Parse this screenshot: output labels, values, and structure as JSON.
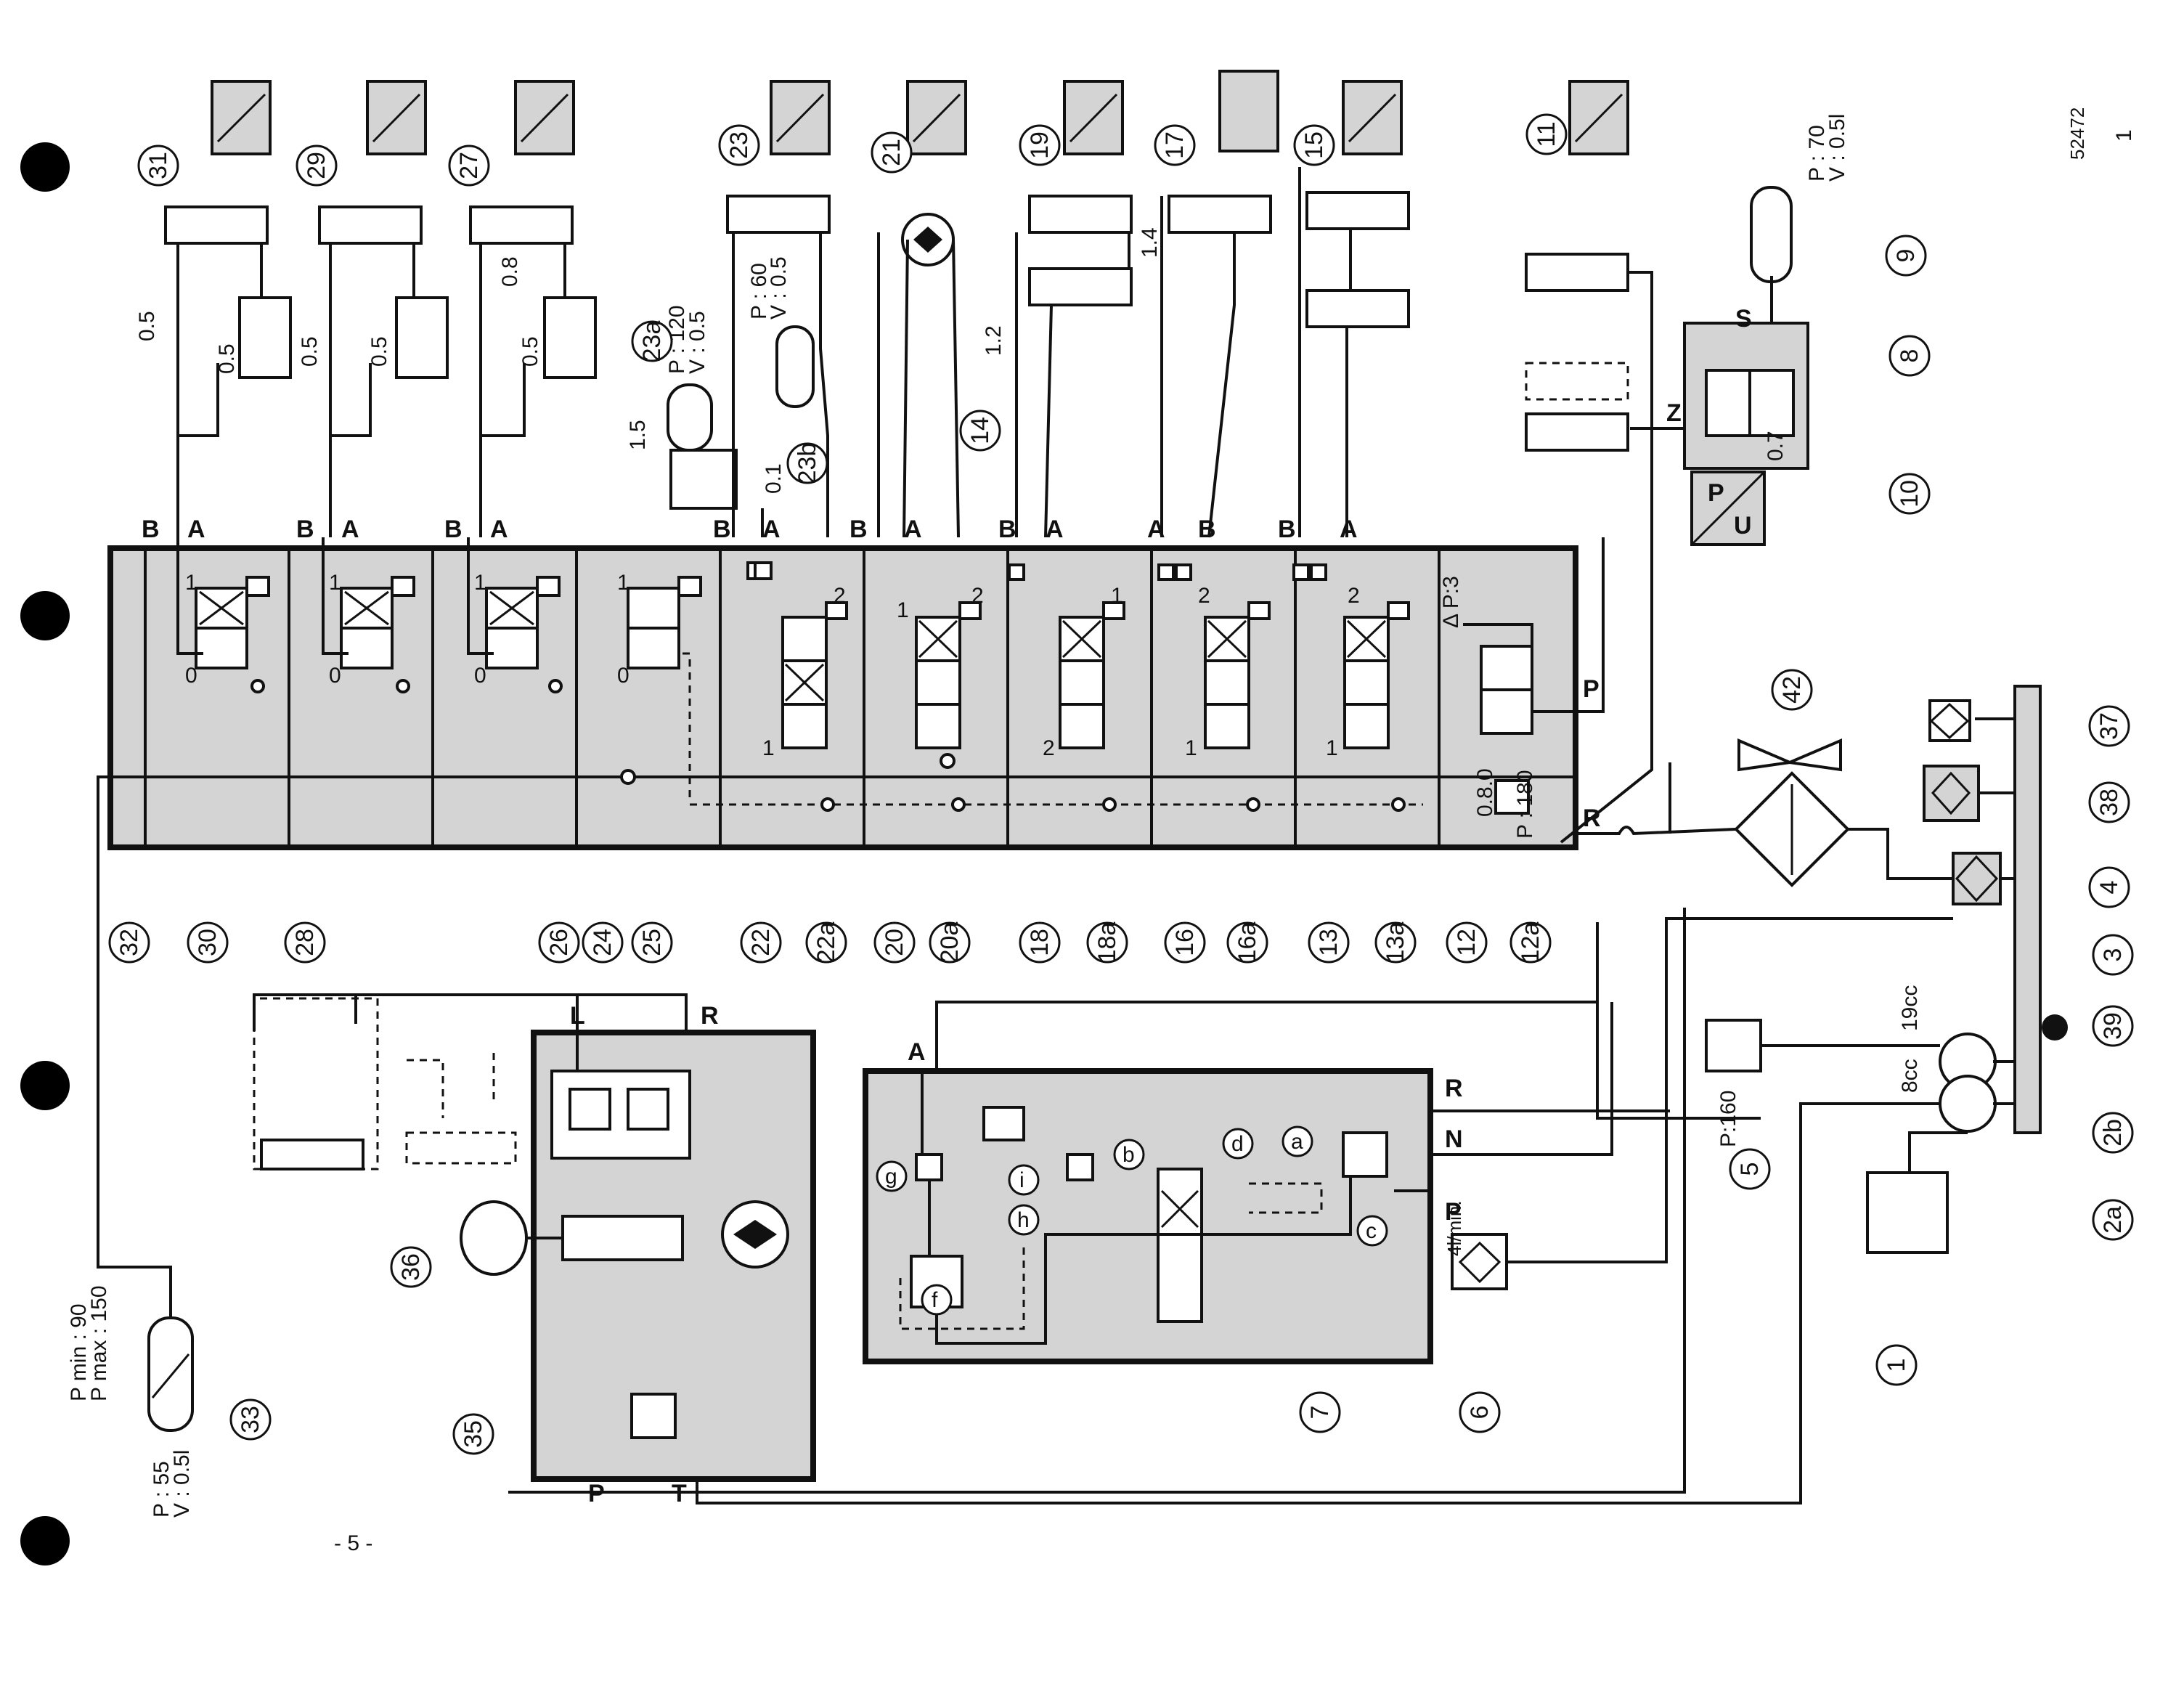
{
  "sheet": {
    "page_number": "- 5 -",
    "document_code": "52472",
    "corner_mark": "1"
  },
  "ports": {
    "A": "A",
    "B": "B",
    "P": "P",
    "R": "R",
    "T": "T",
    "L": "L",
    "N": "N",
    "S": "S",
    "U": "U",
    "Z": "Z"
  },
  "callouts": [
    {
      "id": "c31",
      "label": "31"
    },
    {
      "id": "c29",
      "label": "29"
    },
    {
      "id": "c27",
      "label": "27"
    },
    {
      "id": "c23",
      "label": "23"
    },
    {
      "id": "c21",
      "label": "21"
    },
    {
      "id": "c19",
      "label": "19"
    },
    {
      "id": "c17",
      "label": "17"
    },
    {
      "id": "c15",
      "label": "15"
    },
    {
      "id": "c11",
      "label": "11"
    },
    {
      "id": "c9",
      "label": "9"
    },
    {
      "id": "c8",
      "label": "8"
    },
    {
      "id": "c10",
      "label": "10"
    },
    {
      "id": "c14",
      "label": "14"
    },
    {
      "id": "c23a",
      "label": "23a"
    },
    {
      "id": "c23b",
      "label": "23b"
    },
    {
      "id": "c32",
      "label": "32"
    },
    {
      "id": "c30",
      "label": "30"
    },
    {
      "id": "c28",
      "label": "28"
    },
    {
      "id": "c26",
      "label": "26"
    },
    {
      "id": "c24",
      "label": "24"
    },
    {
      "id": "c25",
      "label": "25"
    },
    {
      "id": "c22",
      "label": "22"
    },
    {
      "id": "c22a",
      "label": "22a"
    },
    {
      "id": "c20",
      "label": "20"
    },
    {
      "id": "c20a",
      "label": "20a"
    },
    {
      "id": "c18",
      "label": "18"
    },
    {
      "id": "c18a",
      "label": "18a"
    },
    {
      "id": "c16",
      "label": "16"
    },
    {
      "id": "c16a",
      "label": "16a"
    },
    {
      "id": "c13",
      "label": "13"
    },
    {
      "id": "c13a",
      "label": "13a"
    },
    {
      "id": "c12",
      "label": "12"
    },
    {
      "id": "c12a",
      "label": "12a"
    },
    {
      "id": "c42",
      "label": "42"
    },
    {
      "id": "c37",
      "label": "37"
    },
    {
      "id": "c38",
      "label": "38"
    },
    {
      "id": "c4",
      "label": "4"
    },
    {
      "id": "c3",
      "label": "3"
    },
    {
      "id": "c39",
      "label": "39"
    },
    {
      "id": "c2b",
      "label": "2b"
    },
    {
      "id": "c2a",
      "label": "2a"
    },
    {
      "id": "c1",
      "label": "1"
    },
    {
      "id": "c5",
      "label": "5"
    },
    {
      "id": "c6",
      "label": "6"
    },
    {
      "id": "c7",
      "label": "7"
    },
    {
      "id": "c35",
      "label": "35"
    },
    {
      "id": "c36",
      "label": "36"
    },
    {
      "id": "c33",
      "label": "33"
    }
  ],
  "flow_values": {
    "r05a": "0.5",
    "r05b": "0.5",
    "r05c": "0.5",
    "r05d": "0.5",
    "r05e": "0.5",
    "r08": "0.8",
    "r15": "1.5",
    "r01": "0.1",
    "r12": "1.2",
    "r14": "1.4",
    "r07": "0.7",
    "r080": "0.8.0"
  },
  "pressures": {
    "acc23a_p": "P : 120",
    "acc23a_v": "V : 0.5",
    "acc23b_p": "P : 60",
    "acc23b_v": "V : 0.5",
    "acc9_p": "P : 70",
    "acc9_v": "V : 0.5l",
    "relief5": "P:160",
    "relief12_dp": "Δ P:3",
    "relief12_p": "P : 180",
    "acc33_pmin": "P min : 90",
    "acc33_pmax": "P max : 150",
    "acc33_p": "P : 55",
    "acc33_v": "V : 0.5l"
  },
  "pumps": {
    "pump2b": "19cc",
    "pump2a": "8cc",
    "flow7": "4l/min."
  },
  "block7_letters": [
    "g",
    "i",
    "h",
    "b",
    "d",
    "a",
    "c",
    "f"
  ],
  "spool_positions": [
    "0",
    "1",
    "2"
  ]
}
